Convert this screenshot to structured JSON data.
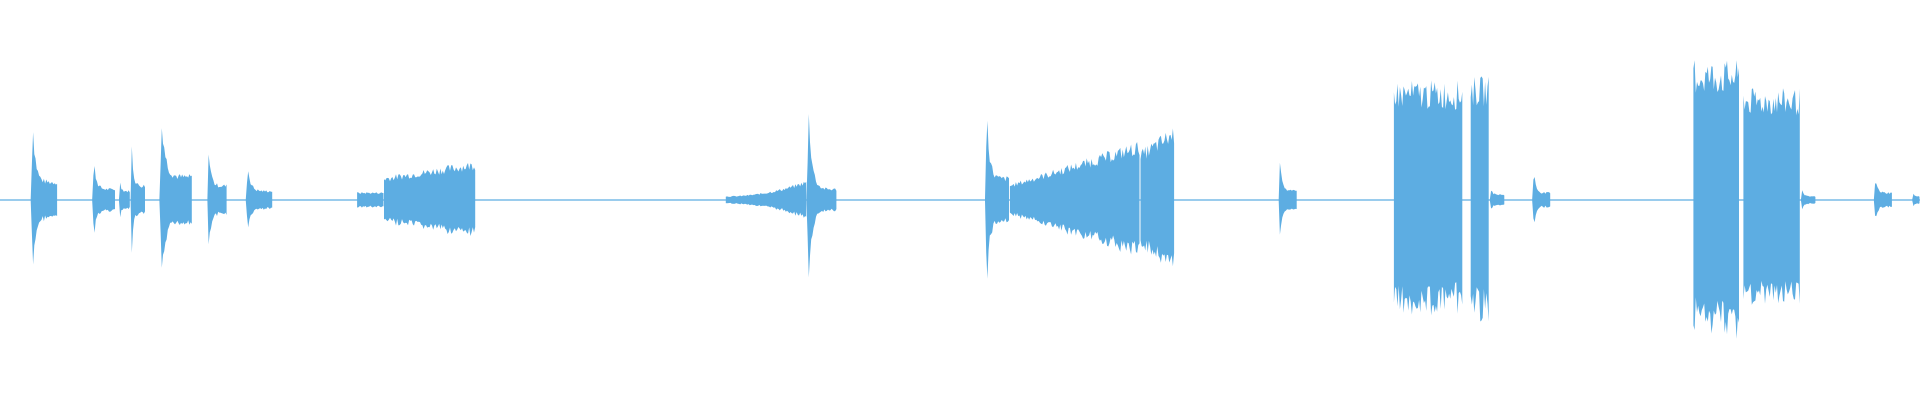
{
  "waveform": {
    "color": "#5dade2",
    "background": "#ffffff",
    "events": [
      {
        "start": 0.016,
        "end": 0.03,
        "peak": 0.42,
        "body": 0.1,
        "shape": "transient"
      },
      {
        "start": 0.048,
        "end": 0.06,
        "peak": 0.21,
        "body": 0.06,
        "shape": "transient"
      },
      {
        "start": 0.062,
        "end": 0.068,
        "peak": 0.12,
        "body": 0.05,
        "shape": "transient"
      },
      {
        "start": 0.068,
        "end": 0.076,
        "peak": 0.3,
        "body": 0.08,
        "shape": "transient"
      },
      {
        "start": 0.083,
        "end": 0.1,
        "peak": 0.45,
        "body": 0.13,
        "shape": "transient"
      },
      {
        "start": 0.108,
        "end": 0.118,
        "peak": 0.3,
        "body": 0.08,
        "shape": "transient"
      },
      {
        "start": 0.128,
        "end": 0.142,
        "peak": 0.18,
        "body": 0.05,
        "shape": "transient"
      },
      {
        "start": 0.186,
        "end": 0.2,
        "peak": 0.04,
        "body": 0.04,
        "shape": "flat"
      },
      {
        "start": 0.2,
        "end": 0.248,
        "peak": 0.2,
        "body": 0.12,
        "shape": "ramp"
      },
      {
        "start": 0.378,
        "end": 0.42,
        "peak": 0.1,
        "body": 0.02,
        "shape": "ramp-down-spike"
      },
      {
        "start": 0.42,
        "end": 0.436,
        "peak": 0.48,
        "body": 0.06,
        "shape": "transient"
      },
      {
        "start": 0.513,
        "end": 0.526,
        "peak": 0.48,
        "body": 0.12,
        "shape": "transient"
      },
      {
        "start": 0.526,
        "end": 0.594,
        "peak": 0.3,
        "body": 0.08,
        "shape": "ramp"
      },
      {
        "start": 0.594,
        "end": 0.612,
        "peak": 0.38,
        "body": 0.25,
        "shape": "ramp"
      },
      {
        "start": 0.666,
        "end": 0.676,
        "peak": 0.24,
        "body": 0.05,
        "shape": "transient"
      },
      {
        "start": 0.726,
        "end": 0.762,
        "peak": 0.62,
        "body": 0.6,
        "shape": "block"
      },
      {
        "start": 0.766,
        "end": 0.776,
        "peak": 0.66,
        "body": 0.62,
        "shape": "block"
      },
      {
        "start": 0.776,
        "end": 0.784,
        "peak": 0.06,
        "body": 0.03,
        "shape": "transient"
      },
      {
        "start": 0.798,
        "end": 0.808,
        "peak": 0.16,
        "body": 0.04,
        "shape": "transient"
      },
      {
        "start": 0.882,
        "end": 0.906,
        "peak": 0.72,
        "body": 0.7,
        "shape": "block"
      },
      {
        "start": 0.908,
        "end": 0.938,
        "peak": 0.58,
        "body": 0.56,
        "shape": "block"
      },
      {
        "start": 0.938,
        "end": 0.946,
        "peak": 0.05,
        "body": 0.02,
        "shape": "transient"
      },
      {
        "start": 0.976,
        "end": 0.986,
        "peak": 0.12,
        "body": 0.04,
        "shape": "transient"
      },
      {
        "start": 0.996,
        "end": 1.0,
        "peak": 0.06,
        "body": 0.02,
        "shape": "transient"
      }
    ]
  }
}
